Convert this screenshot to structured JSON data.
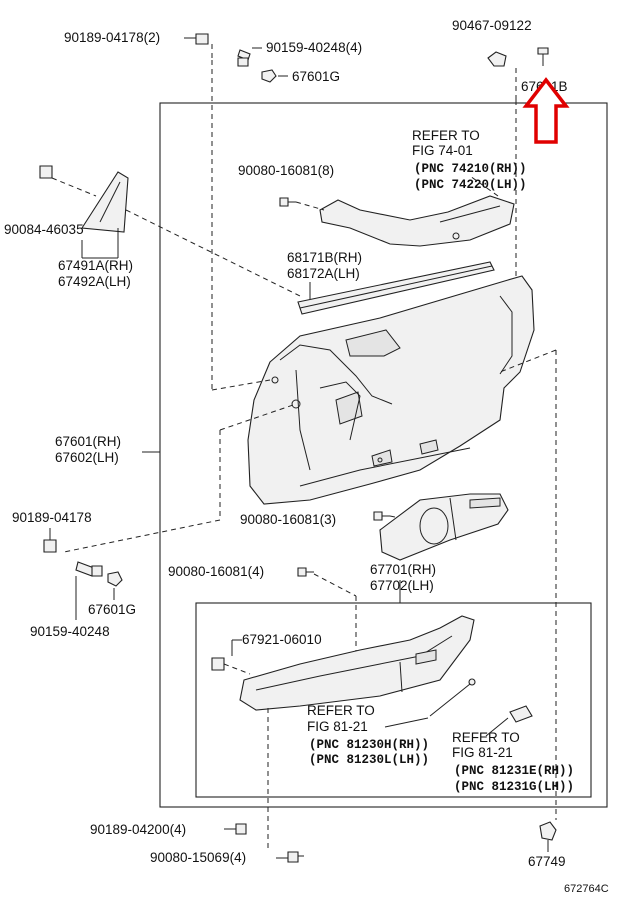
{
  "diagram_id": "672764C",
  "parts": {
    "p1": "90189-04178(2)",
    "p2": "90159-40248(4)",
    "p3": "67601G",
    "p4": "90467-09122",
    "p5": "67601B",
    "p6": "90084-46035",
    "p7a": "67491A(RH)",
    "p7b": "67492A(LH)",
    "p8": "90080-16081(8)",
    "p9a": "68171B(RH)",
    "p9b": "68172A(LH)",
    "p10a": "67601(RH)",
    "p10b": "67602(LH)",
    "p11": "90189-04178",
    "p12": "90080-16081(3)",
    "p13": "67601G",
    "p14": "90159-40248",
    "p15": "90080-16081(4)",
    "p16a": "67701(RH)",
    "p16b": "67702(LH)",
    "p17": "67921-06010",
    "p18": "90189-04200(4)",
    "p19": "90080-15069(4)",
    "p20": "67749"
  },
  "refs": {
    "r1": {
      "l1": "REFER TO",
      "l2": "FIG 74-01",
      "l3": "(PNC 74210(RH))",
      "l4": "(PNC 74220(LH))"
    },
    "r2": {
      "l1": "REFER TO",
      "l2": "FIG 81-21",
      "l3": "(PNC 81230H(RH))",
      "l4": "(PNC 81230L(LH))"
    },
    "r3": {
      "l1": "REFER TO",
      "l2": "FIG 81-21",
      "l3": "(PNC 81231E(RH))",
      "l4": "(PNC 81231G(LH))"
    }
  },
  "highlight_color": "#e00000"
}
